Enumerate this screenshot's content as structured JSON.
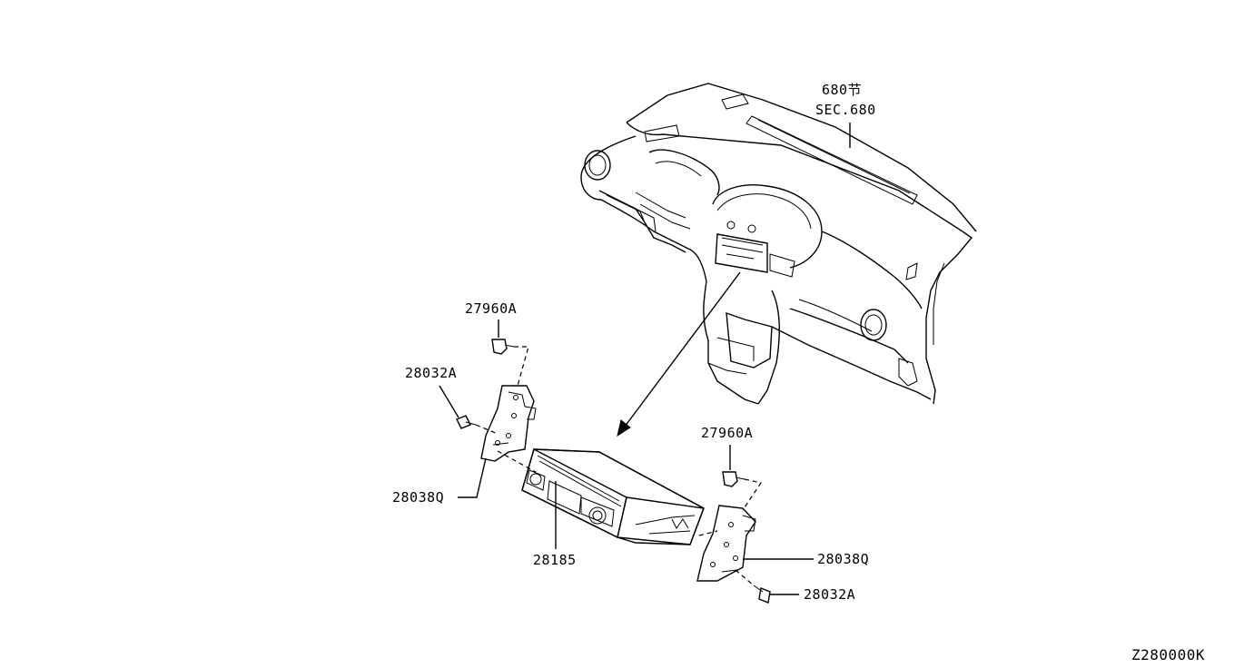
{
  "labels": {
    "sec_jp": "680节",
    "sec": "SEC.680",
    "clip_top_left": "27960A",
    "screw_top_left": "28032A",
    "bracket_left": "28038Q",
    "audio_unit": "28185",
    "clip_right": "27960A",
    "bracket_right": "28038Q",
    "screw_right": "28032A",
    "diagram_code": "Z280000K"
  }
}
